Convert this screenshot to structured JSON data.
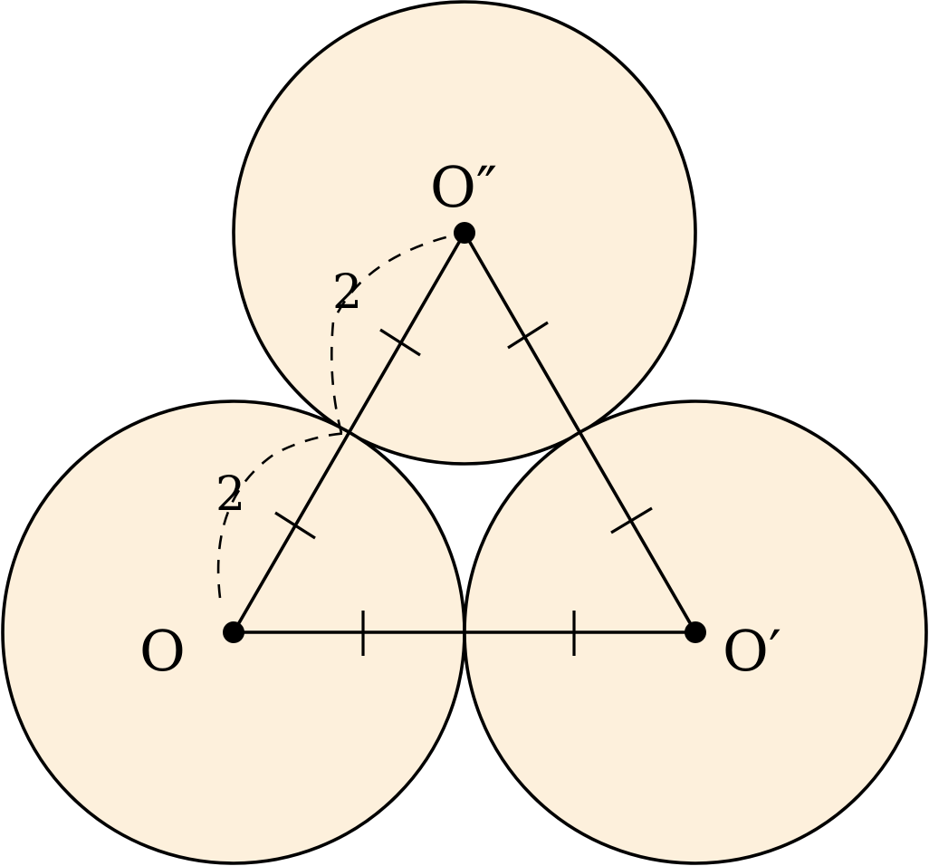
{
  "colors": {
    "circle_fill": "#fdf0dc",
    "stroke": "#000000",
    "background": "#ffffff"
  },
  "points": {
    "o": "O",
    "o_prime": "O′",
    "o_double_prime": "O″"
  },
  "measurements": {
    "upper_radius": "2",
    "lower_radius": "2"
  }
}
